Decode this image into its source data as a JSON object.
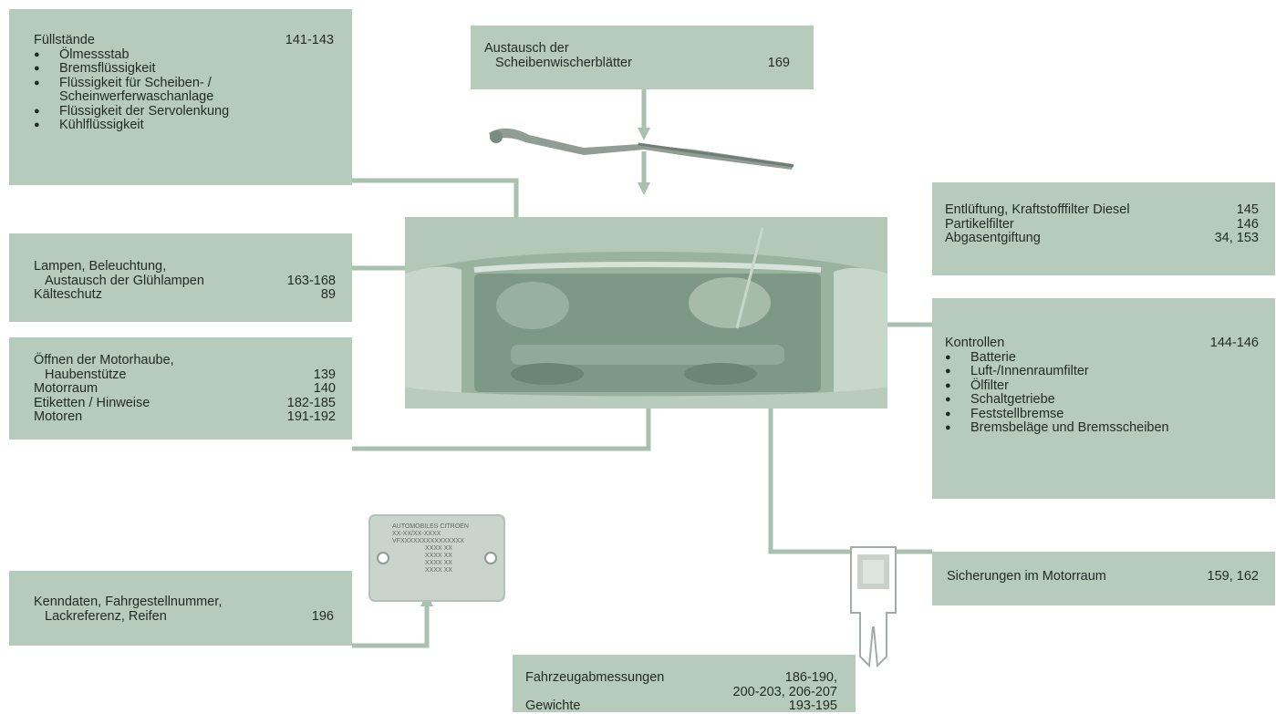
{
  "fuellstaende": {
    "title": "Füllstände",
    "pages": "141-143",
    "items": [
      "Ölmessstab",
      "Bremsflüssigkeit",
      "Flüssigkeit für Scheiben- /",
      "Flüssigkeit der Servolenkung",
      "Kühlflüssigkeit"
    ],
    "item3_cont": "Scheinwerferwaschanlage"
  },
  "wischer": {
    "line1": "Austausch der",
    "line2": "Scheibenwischerblätter",
    "pages": "169"
  },
  "lampen": {
    "line1": "Lampen, Beleuchtung,",
    "line2": "Austausch der Glühlampen",
    "pages2": "163-168",
    "line3": "Kälteschutz",
    "pages3": "89"
  },
  "haube": {
    "line1": "Öffnen der Motorhaube,",
    "line2": "Haubenstütze",
    "pages2": "139",
    "line3": "Motorraum",
    "pages3": "140",
    "line4": "Etiketten / Hinweise",
    "pages4": "182-185",
    "line5": "Motoren",
    "pages5": "191-192"
  },
  "diesel": {
    "rows": [
      {
        "label": "Entlüftung, Kraftstofffilter Diesel",
        "pages": "145"
      },
      {
        "label": "Partikelfilter",
        "pages": "146"
      },
      {
        "label": "Abgasentgiftung",
        "pages": "34, 153"
      }
    ]
  },
  "kontrollen": {
    "title": "Kontrollen",
    "pages": "144-146",
    "items": [
      "Batterie",
      "Luft-/Innenraumfilter",
      "Ölfilter",
      "Schaltgetriebe",
      "Feststellbremse",
      "Bremsbeläge und Bremsscheiben"
    ]
  },
  "sicherungen": {
    "label": "Sicherungen im Motorraum",
    "pages": "159, 162"
  },
  "kenndaten": {
    "line1": "Kenndaten, Fahrgestellnummer,",
    "line2": "Lackreferenz, Reifen",
    "pages": "196"
  },
  "abmessungen": {
    "line1": "Fahrzeugabmessungen",
    "pages1": "186-190,",
    "pages1b": "200-203, 206-207",
    "line2": "Gewichte",
    "pages2": "193-195"
  },
  "plate": {
    "line1": "AUTOMOBILES CITROËN",
    "line2": "XX-XX/XX-XXXX",
    "line3": "VFXXXXXXXXXXXXXXX",
    "line4": "XXXX XX",
    "line5": "XXXX XX",
    "line6": "XXXX XX",
    "line7": "XXXX XX"
  },
  "colors": {
    "box": "#b6cbbb",
    "line": "#9ab4a2",
    "engine": "#8ea897"
  }
}
